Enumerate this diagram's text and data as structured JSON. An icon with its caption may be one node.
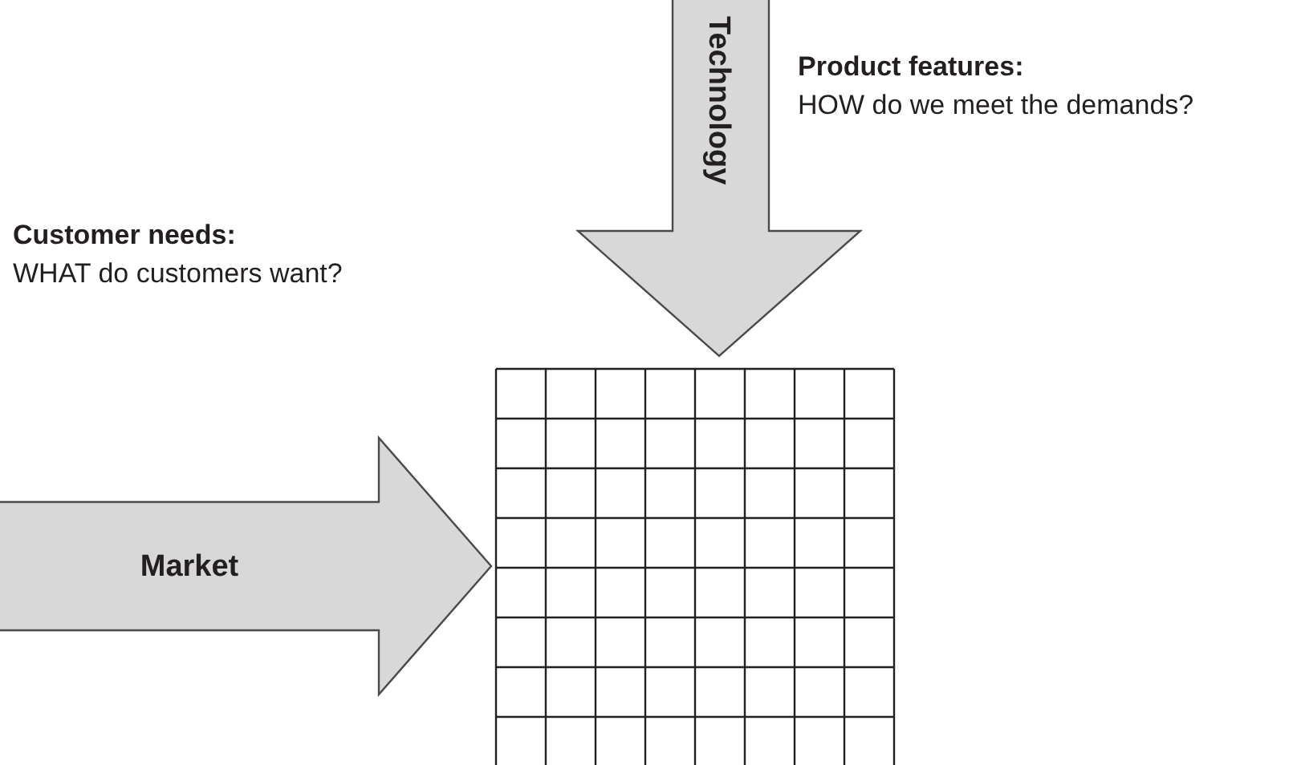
{
  "diagram": {
    "nodes": [
      {
        "text": [
          "Technology"
        ]
      },
      {
        "text": [
          "Market"
        ]
      },
      {
        "text": [],
        "shape": "grid"
      }
    ],
    "labels": [
      "Product features:",
      "HOW do we meet the demands?",
      "Customer needs:",
      "WHAT do customers want?"
    ]
  }
}
